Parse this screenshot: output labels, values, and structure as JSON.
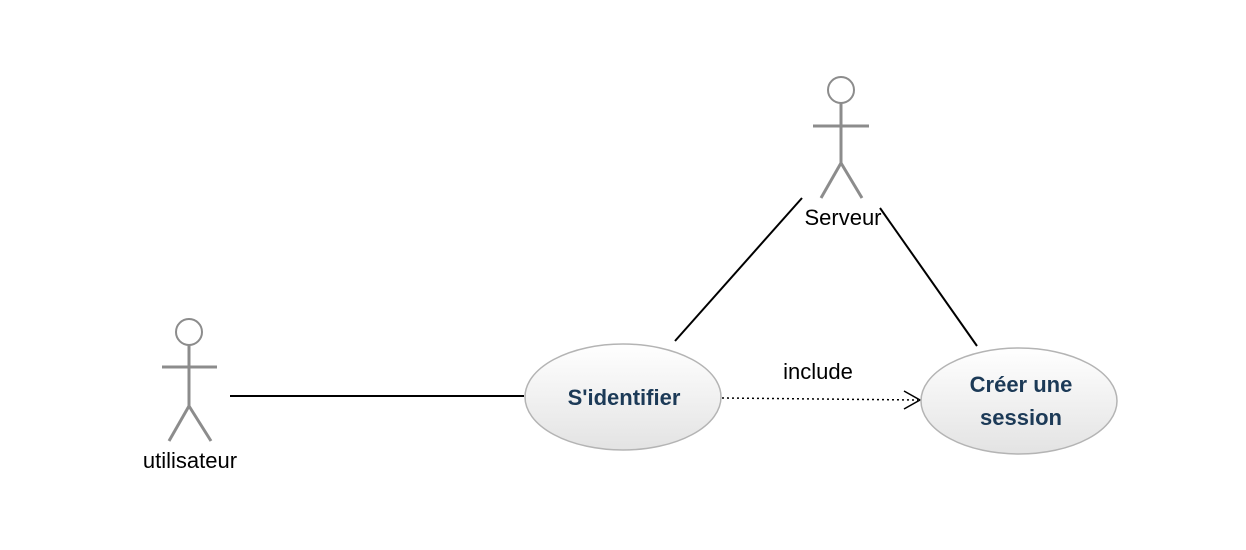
{
  "actors": {
    "utilisateur": {
      "label": "utilisateur"
    },
    "serveur": {
      "label": "Serveur"
    }
  },
  "use_cases": {
    "s_identifier": {
      "label": "S'identifier"
    },
    "creer_session": {
      "label_line1": "Créer une",
      "label_line2": "session"
    }
  },
  "relations": {
    "include": {
      "label": "include"
    }
  },
  "colors": {
    "actor_stroke": "#8c8c8c",
    "usecase_text": "#1c3a57",
    "usecase_fill_top": "#ffffff",
    "usecase_fill_bottom": "#e6e6e6",
    "usecase_border": "#b4b4b4"
  }
}
